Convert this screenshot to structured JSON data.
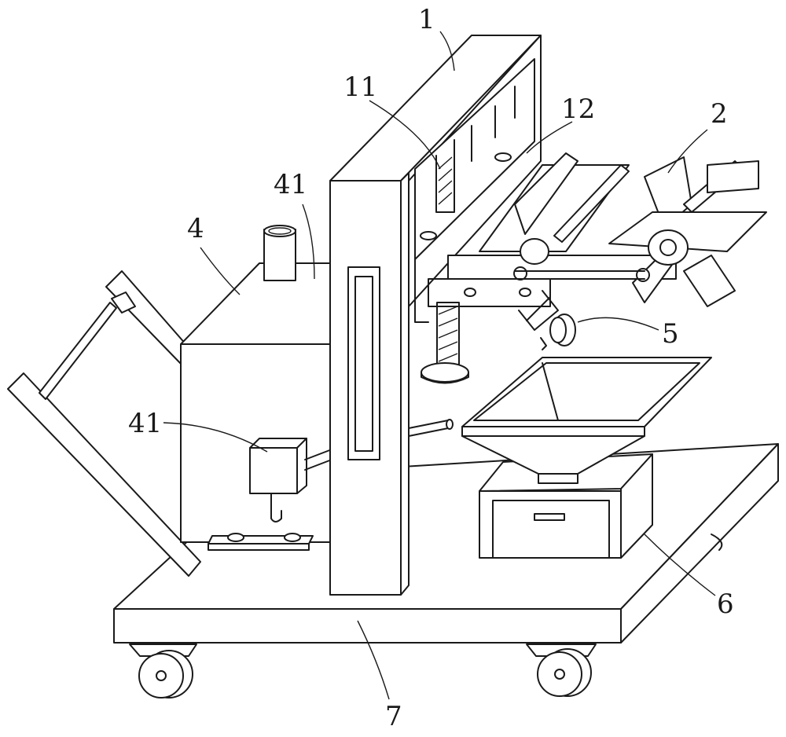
{
  "labels": {
    "frame": "1",
    "frame_slot": "11",
    "frame_plate": "12",
    "roller_assembly": "2",
    "tank_top_port": "41",
    "tank": "4",
    "tank_box": "41",
    "nozzle": "5",
    "hopper_box": "6",
    "base": "7"
  }
}
